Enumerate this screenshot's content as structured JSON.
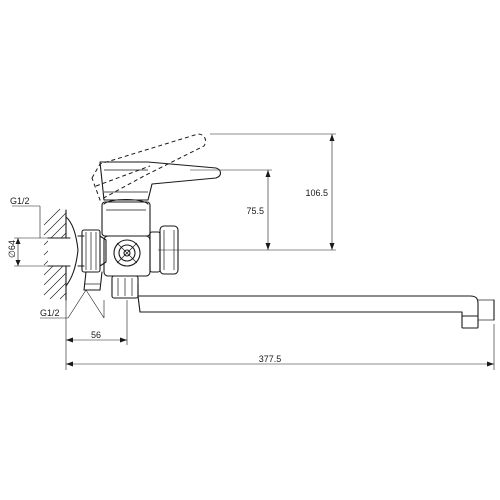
{
  "drawing": {
    "labels": {
      "g12_top": "G1/2",
      "dia64": "∅64",
      "g12_bottom": "G1/2",
      "d56": "56",
      "d377": "377.5",
      "d755": "75.5",
      "d1065": "106.5"
    }
  }
}
